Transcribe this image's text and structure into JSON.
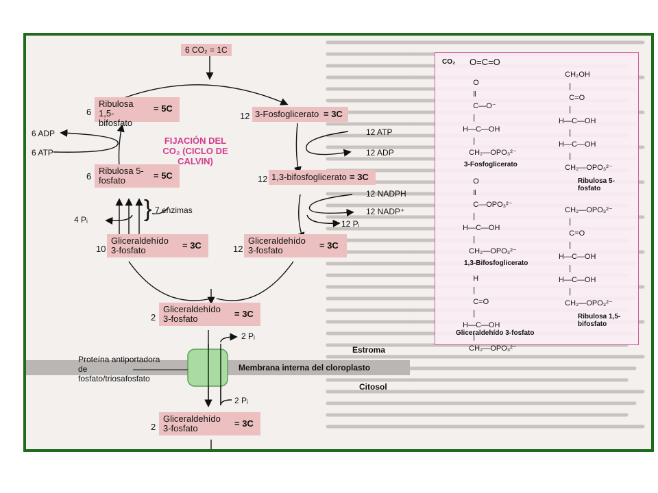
{
  "co2_top": "6 CO₂ = 1C",
  "ribulose_bp": {
    "count": "6",
    "name": "Ribulosa 1,5-bifosfato",
    "carbons": "= 5C"
  },
  "phosphoglycerate": {
    "count": "12",
    "name": "3-Fosfoglicerato",
    "carbons": "= 3C"
  },
  "bpg": {
    "count": "12",
    "name": "1,3-bifosfoglicerato",
    "carbons": "= 3C"
  },
  "ribulose_5p": {
    "count": "6",
    "name": "Ribulosa 5-fosfato",
    "carbons": "= 5C"
  },
  "g3p_left": {
    "count": "10",
    "name": "Gliceraldehído 3-fosfato",
    "carbons": "= 3C"
  },
  "g3p_right": {
    "count": "12",
    "name": "Gliceraldehído 3-fosfato",
    "carbons": "= 3C"
  },
  "g3p_export": {
    "count": "2",
    "name": "Gliceraldehído 3-fosfato",
    "carbons": "= 3C"
  },
  "g3p_cytosol": {
    "count": "2",
    "name": "Gliceraldehído 3-fosfato",
    "carbons": "= 3C"
  },
  "cycle_title": "FIJACIÓN DEL CO₂ (CICLO DE CALVIN)",
  "labels": {
    "adp6": "6 ADP",
    "atp6": "6 ATP",
    "atp12": "12 ATP",
    "adp12": "12 ADP",
    "nadph": "12 NADPH",
    "nadp": "12 NADP⁺",
    "pi12": "12 Pᵢ",
    "pi4": "4 Pᵢ",
    "enzymes": "7 enzimas",
    "pi2_out": "2 Pᵢ",
    "pi2_in": "2 Pᵢ",
    "estroma": "Estroma",
    "membrane": "Membrana interna del cloroplasto",
    "citosol": "Citosol",
    "antiporter": "Proteína antiportadora de fosfato/triosafosfato"
  },
  "structures": {
    "co2": "CO₂",
    "pga": "3-Fosfoglicerato",
    "bpg": "1,3-Bifosfoglicerato",
    "g3p": "Gliceraldehído 3-fosfato",
    "ru5p": "Ribulosa 5-fosfato",
    "rubp": "Ribulosa 1,5-bifosfato"
  },
  "colors": {
    "frame": "#1e6b1e",
    "box": "#ecc0c0",
    "title": "#d23c8c",
    "panel_border": "#d05a9a",
    "transporter": "#a8dca0"
  }
}
